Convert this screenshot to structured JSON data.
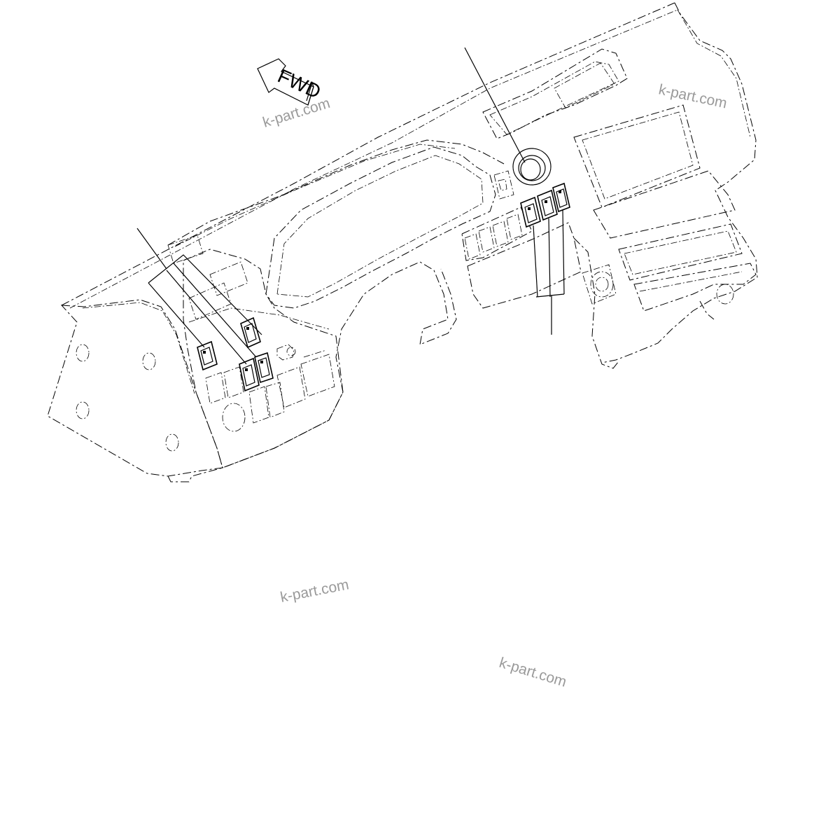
{
  "diagram": {
    "direction_arrow": {
      "label": "FWD",
      "icon": "fwd-arrow-icon"
    },
    "watermarks": [
      "k-part.com",
      "k-part.com",
      "k-part.com",
      "k-part.com"
    ],
    "parts": [
      {
        "name": "instrument-panel",
        "style": "phantom-outline"
      },
      {
        "name": "left-switch-panel",
        "style": "phantom-outline"
      },
      {
        "name": "left-rocker-switch-group",
        "style": "solid",
        "count": 4
      },
      {
        "name": "center-rocker-switch-group",
        "style": "solid",
        "count": 3
      },
      {
        "name": "round-knob",
        "style": "solid",
        "count": 1
      }
    ],
    "colors": {
      "line": "#000000",
      "watermark": "#9a9a9a",
      "background": "#ffffff"
    }
  }
}
